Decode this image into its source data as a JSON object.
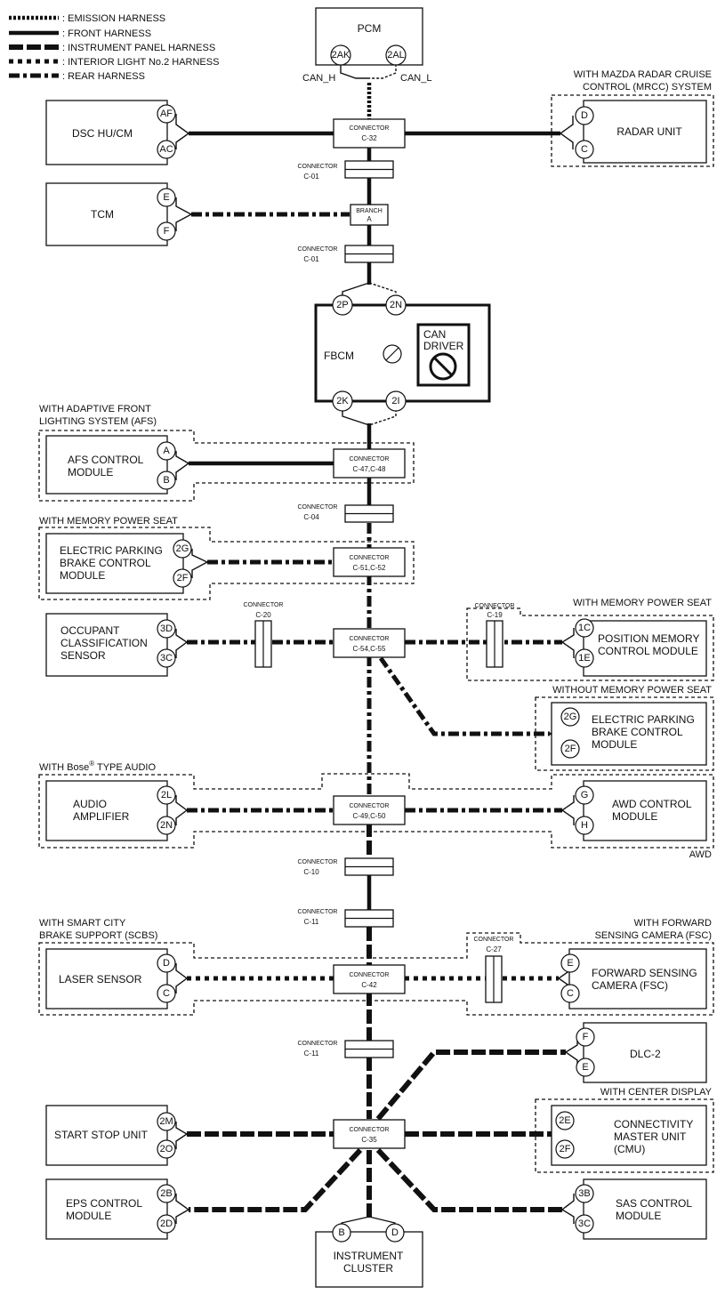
{
  "legend": [
    {
      "style": "emission",
      "label": ": EMISSION HARNESS"
    },
    {
      "style": "front",
      "label": ": FRONT HARNESS"
    },
    {
      "style": "instrument",
      "label": ": INSTRUMENT PANEL HARNESS"
    },
    {
      "style": "interior",
      "label": ": INTERIOR LIGHT No.2 HARNESS"
    },
    {
      "style": "rear",
      "label": ": REAR HARNESS"
    }
  ],
  "pcm": {
    "name": "PCM",
    "pin_left": "2AK",
    "pin_right": "2AL",
    "can_h": "CAN_H",
    "can_l": "CAN_L"
  },
  "dsc": {
    "name": "DSC HU/CM",
    "pins": [
      "AF",
      "AC"
    ]
  },
  "radar": {
    "caption": [
      "WITH MAZDA RADAR CRUISE",
      "CONTROL (MRCC) SYSTEM"
    ],
    "name": "RADAR UNIT",
    "pins": [
      "D",
      "C"
    ]
  },
  "tcm": {
    "name": "TCM",
    "pins": [
      "E",
      "F"
    ]
  },
  "branch": {
    "line1": "BRANCH",
    "line2": "A"
  },
  "fbcm": {
    "name": "FBCM",
    "pins_top": [
      "2P",
      "2N"
    ],
    "pins_bottom": [
      "2K",
      "2I"
    ],
    "can_driver": [
      "CAN",
      "DRIVER"
    ]
  },
  "afs": {
    "caption": [
      "WITH ADAPTIVE FRONT",
      "LIGHTING SYSTEM (AFS)"
    ],
    "name": [
      "AFS CONTROL",
      "MODULE"
    ],
    "pins": [
      "A",
      "B"
    ]
  },
  "memory_seat_caption": "WITH MEMORY POWER SEAT",
  "epb1": {
    "name": [
      "ELECTRIC PARKING",
      "BRAKE CONTROL",
      "MODULE"
    ],
    "pins": [
      "2G",
      "2F"
    ]
  },
  "occupant": {
    "name": [
      "OCCUPANT",
      "CLASSIFICATION",
      "SENSOR"
    ],
    "pins": [
      "3D",
      "3C"
    ]
  },
  "position_memory": {
    "caption": "WITH MEMORY POWER SEAT",
    "name": [
      "POSITION MEMORY",
      "CONTROL MODULE"
    ],
    "pins": [
      "1C",
      "1E"
    ]
  },
  "epb2": {
    "caption": "WITHOUT MEMORY POWER SEAT",
    "name": [
      "ELECTRIC PARKING",
      "BRAKE CONTROL",
      "MODULE"
    ],
    "pins": [
      "2G",
      "2F"
    ]
  },
  "audio": {
    "caption_prefix": "WITH Bose",
    "caption_suffix": " TYPE AUDIO",
    "reg": "®",
    "name": [
      "AUDIO",
      "AMPLIFIER"
    ],
    "pins": [
      "2L",
      "2N"
    ]
  },
  "awd": {
    "name": [
      "AWD CONTROL",
      "MODULE"
    ],
    "pins": [
      "G",
      "H"
    ],
    "note": "AWD"
  },
  "laser": {
    "caption": [
      "WITH SMART CITY",
      "BRAKE SUPPORT (SCBS)"
    ],
    "name": "LASER SENSOR",
    "pins": [
      "D",
      "C"
    ]
  },
  "fsc": {
    "caption": [
      "WITH FORWARD",
      "SENSING CAMERA (FSC)"
    ],
    "name": [
      "FORWARD SENSING",
      "CAMERA (FSC)"
    ],
    "pins": [
      "E",
      "C"
    ]
  },
  "dlc": {
    "name": "DLC-2",
    "pins": [
      "F",
      "E"
    ]
  },
  "start_stop": {
    "name": "START STOP UNIT",
    "pins": [
      "2M",
      "2O"
    ]
  },
  "cmu": {
    "caption": "WITH CENTER DISPLAY",
    "name": [
      "CONNECTIVITY",
      "MASTER UNIT",
      "(CMU)"
    ],
    "pins": [
      "2E",
      "2F"
    ]
  },
  "eps": {
    "name": [
      "EPS CONTROL",
      "MODULE"
    ],
    "pins": [
      "2B",
      "2D"
    ]
  },
  "sas": {
    "name": [
      "SAS CONTROL",
      "MODULE"
    ],
    "pins": [
      "3B",
      "3C"
    ]
  },
  "cluster": {
    "name": [
      "INSTRUMENT",
      "CLUSTER"
    ],
    "pins": [
      "B",
      "D"
    ]
  },
  "connector_word": "CONNECTOR",
  "connectors": {
    "c32": "C-32",
    "c01a": "C-01",
    "c01b": "C-01",
    "c4748": "C-47,C-48",
    "c04": "C-04",
    "c5152": "C-51,C-52",
    "c20": "C-20",
    "c5455": "C-54,C-55",
    "c19": "C-19",
    "c4950": "C-49,C-50",
    "c10": "C-10",
    "c11a": "C-11",
    "c42": "C-42",
    "c27": "C-27",
    "c11b": "C-11",
    "c35": "C-35"
  },
  "colors": {
    "ink": "#111111",
    "background": "#ffffff"
  }
}
